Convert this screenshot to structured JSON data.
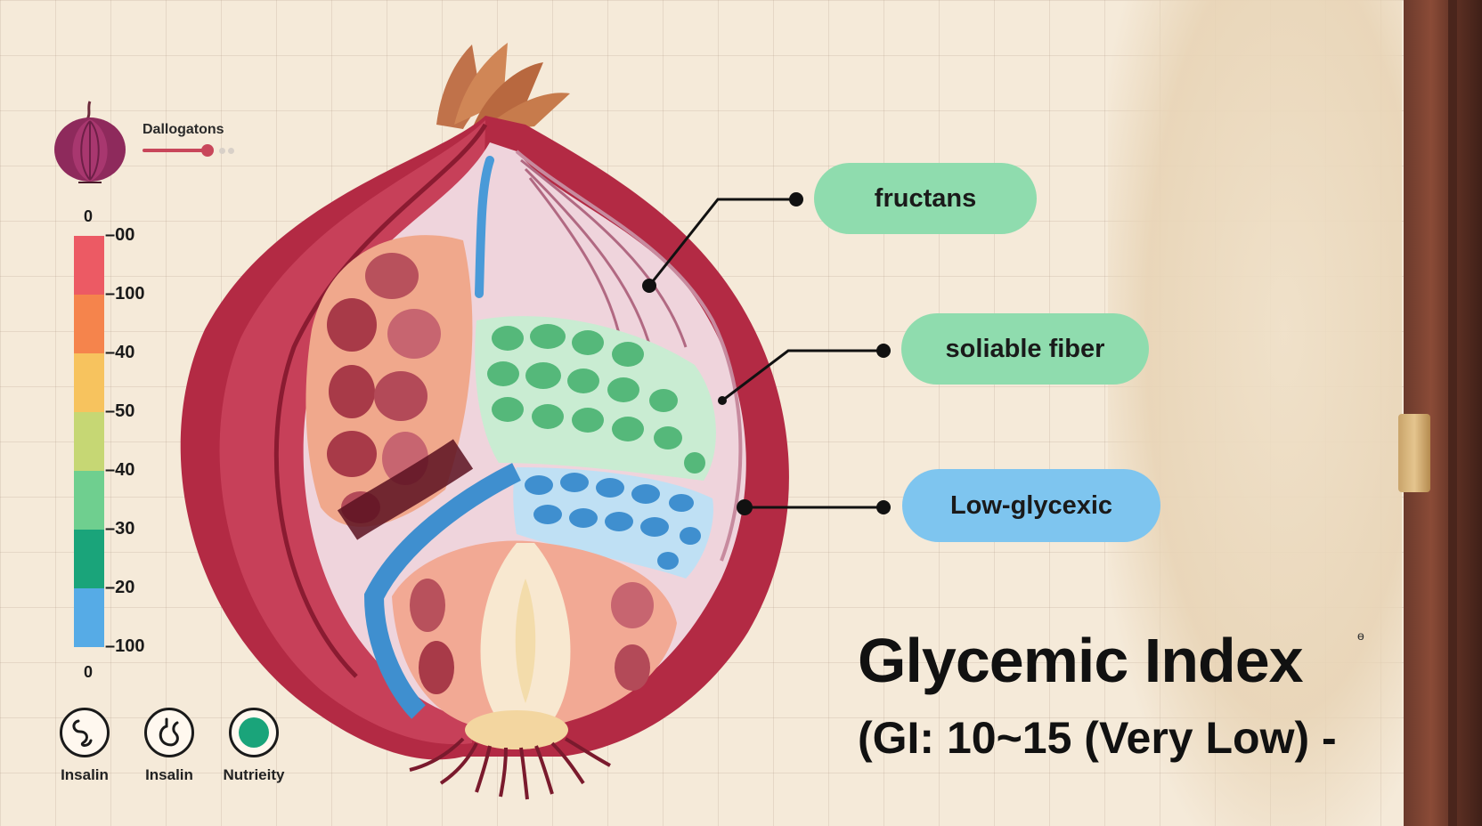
{
  "legend": {
    "title": "Dallogatons",
    "scale_top": "0",
    "scale_bottom": "0",
    "scale": [
      {
        "label": "00",
        "color": "#ec5a64"
      },
      {
        "label": "100",
        "color": "#f5844c"
      },
      {
        "label": "40",
        "color": "#f7c35e"
      },
      {
        "label": "50",
        "color": "#c6d774"
      },
      {
        "label": "40",
        "color": "#6fcf8f"
      },
      {
        "label": "30",
        "color": "#1aa47a"
      },
      {
        "label": "20",
        "color": "#56abe6"
      },
      {
        "label": "100",
        "color": "#56abe6"
      }
    ],
    "icons": [
      {
        "label": "Insalin",
        "icon": "intestine-icon"
      },
      {
        "label": "Insalin",
        "icon": "stomach-icon"
      },
      {
        "label": "Nutrieity",
        "icon": "green-dot-icon"
      }
    ]
  },
  "callouts": {
    "fructans": "fructans",
    "fiber": "soliable fiber",
    "glycemic": "Low-glycexic"
  },
  "gi": {
    "title": "Glycemic Index",
    "subtitle": "(GI: 10~15 (Very Low) -",
    "mark": "ɵ"
  },
  "colors": {
    "onion_outer": "#b32a44",
    "fiber_green": "#8fdcae",
    "glycemic_blue": "#7ec5ef"
  }
}
